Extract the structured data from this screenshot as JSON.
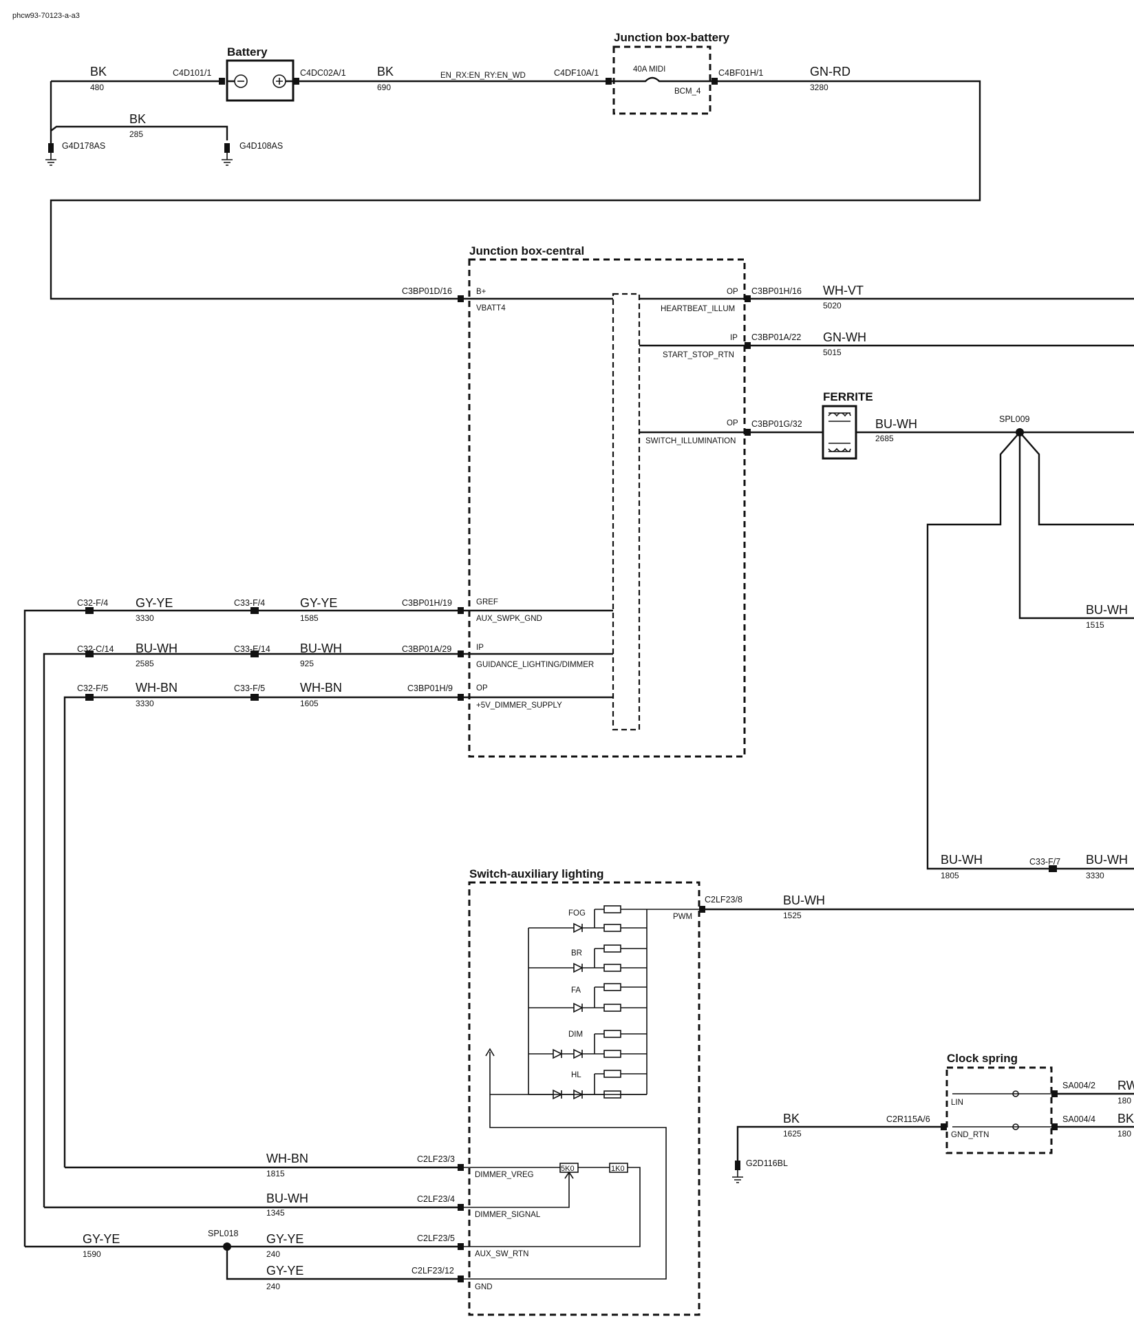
{
  "diagram_id": "phcw93-70123-a-a3",
  "components": {
    "battery": "Battery",
    "jb_battery": "Junction box-battery",
    "jb_central": "Junction box-central",
    "ferrite": "FERRITE",
    "switch_aux": "Switch-auxiliary lighting",
    "clock_spring": "Clock spring"
  },
  "fuse": {
    "label": "40A MIDI",
    "signal": "BCM_4"
  },
  "wires": {
    "w480": {
      "color": "BK",
      "num": "480"
    },
    "w285": {
      "color": "BK",
      "num": "285"
    },
    "w690": {
      "color": "BK",
      "num": "690"
    },
    "w3280": {
      "color": "GN-RD",
      "num": "3280"
    },
    "w5020": {
      "color": "WH-VT",
      "num": "5020"
    },
    "w5015": {
      "color": "GN-WH",
      "num": "5015"
    },
    "w2685": {
      "color": "BU-WH",
      "num": "2685"
    },
    "w1515": {
      "color": "BU-WH",
      "num": "1515"
    },
    "w3330a": {
      "color": "GY-YE",
      "num": "3330"
    },
    "w1585": {
      "color": "GY-YE",
      "num": "1585"
    },
    "w2585": {
      "color": "BU-WH",
      "num": "2585"
    },
    "w925": {
      "color": "BU-WH",
      "num": "925"
    },
    "w3330b": {
      "color": "WH-BN",
      "num": "3330"
    },
    "w1605": {
      "color": "WH-BN",
      "num": "1605"
    },
    "w1805": {
      "color": "BU-WH",
      "num": "1805"
    },
    "w3330c": {
      "color": "BU-WH",
      "num": "3330"
    },
    "w1525": {
      "color": "BU-WH",
      "num": "1525"
    },
    "w1625": {
      "color": "BK",
      "num": "1625"
    },
    "w1815": {
      "color": "WH-BN",
      "num": "1815"
    },
    "w1345": {
      "color": "BU-WH",
      "num": "1345"
    },
    "w1590": {
      "color": "GY-YE",
      "num": "1590"
    },
    "w240a": {
      "color": "GY-YE",
      "num": "240"
    },
    "w240b": {
      "color": "GY-YE",
      "num": "240"
    },
    "w180a": {
      "color": "RW",
      "num": "180"
    },
    "w180b": {
      "color": "BK",
      "num": "180"
    }
  },
  "connectors": {
    "c4d101": "C4D101/1",
    "c4dc02a": "C4DC02A/1",
    "c4df10a": "C4DF10A/1",
    "c4bf01h": "C4BF01H/1",
    "c3bp01d16": "C3BP01D/16",
    "c3bp01h16": "C3BP01H/16",
    "c3bp01a22": "C3BP01A/22",
    "c3bp01g32": "C3BP01G/32",
    "c3bp01h19": "C3BP01H/19",
    "c3bp01a29": "C3BP01A/29",
    "c3bp01h9": "C3BP01H/9",
    "c32f4": "C32-F/4",
    "c33f4": "C33-F/4",
    "c32c14": "C32-C/14",
    "c33e14": "C33-E/14",
    "c32f5": "C32-F/5",
    "c33f5": "C33-F/5",
    "c33f7": "C33-F/7",
    "c2lf23_8": "C2LF23/8",
    "c2lf23_3": "C2LF23/3",
    "c2lf23_4": "C2LF23/4",
    "c2lf23_5": "C2LF23/5",
    "c2lf23_12": "C2LF23/12",
    "c2r115a": "C2R115A/6",
    "sa004_2": "SA004/2",
    "sa004_4": "SA004/4"
  },
  "grounds": {
    "g1": "G4D178AS",
    "g2": "G4D108AS",
    "g3": "G2D116BL"
  },
  "splices": {
    "spl009": "SPL009",
    "spl018": "SPL018"
  },
  "net": {
    "en": "EN_RX:EN_RY:EN_WD"
  },
  "pins": {
    "bplus": "B+",
    "vbatt4": "VBATT4",
    "op1": "OP",
    "heartbeat": "HEARTBEAT_ILLUM",
    "ip1": "IP",
    "startstop": "START_STOP_RTN",
    "op2": "OP",
    "switchillum": "SWITCH_ILLUMINATION",
    "gref": "GREF",
    "auxswpk": "AUX_SWPK_GND",
    "ip2": "IP",
    "guidance": "GUIDANCE_LIGHTING/DIMMER",
    "op3": "OP",
    "dimsupply": "+5V_DIMMER_SUPPLY",
    "pwm": "PWM",
    "dimvreg": "DIMMER_VREG",
    "dimsignal": "DIMMER_SIGNAL",
    "auxswrtn": "AUX_SW_RTN",
    "gnd": "GND",
    "lin": "LIN",
    "gndrtn": "GND_RTN"
  },
  "leds": {
    "fog": "FOG",
    "br": "BR",
    "fa": "FA",
    "dim": "DIM",
    "hl": "HL"
  },
  "resistors": {
    "r5k": "5K0",
    "r1k": "1K0"
  }
}
